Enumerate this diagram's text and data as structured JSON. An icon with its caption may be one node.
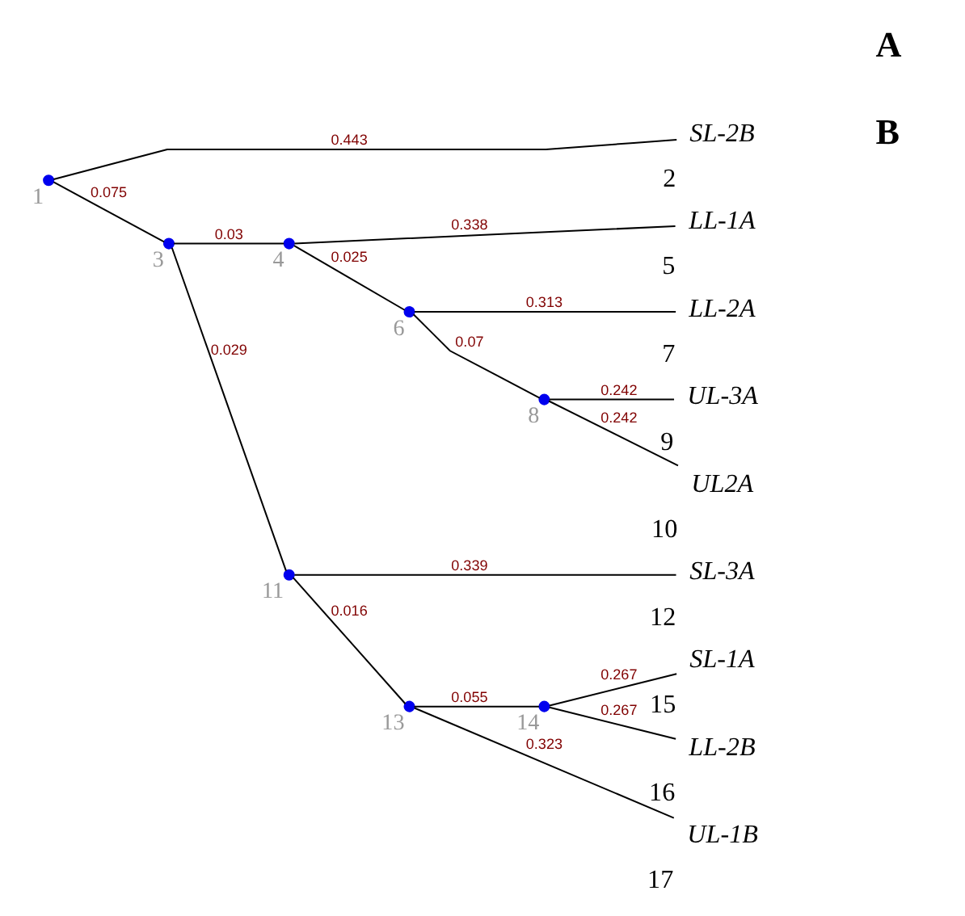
{
  "diagram": {
    "nodes": [
      {
        "text": [],
        "shape": "circle",
        "beside": [
          "1"
        ]
      },
      {
        "text": [
          "SL-2B"
        ],
        "beside": [
          "2"
        ]
      },
      {
        "text": [],
        "shape": "circle",
        "beside": [
          "3"
        ]
      },
      {
        "text": [],
        "shape": "circle",
        "beside": [
          "4"
        ]
      },
      {
        "text": [
          "LL-1A"
        ],
        "beside": [
          "5"
        ]
      },
      {
        "text": [],
        "shape": "circle",
        "beside": [
          "6"
        ]
      },
      {
        "text": [
          "LL-2A"
        ],
        "beside": [
          "7"
        ]
      },
      {
        "text": [],
        "shape": "circle",
        "beside": [
          "8"
        ]
      },
      {
        "text": [
          "UL-3A"
        ],
        "beside": [
          "9"
        ]
      },
      {
        "text": [
          "UL2A"
        ],
        "beside": [
          "10"
        ]
      },
      {
        "text": [],
        "shape": "circle",
        "beside": [
          "11"
        ]
      },
      {
        "text": [
          "SL-3A"
        ],
        "beside": [
          "12"
        ]
      },
      {
        "text": [],
        "shape": "circle",
        "beside": [
          "13"
        ]
      },
      {
        "text": [],
        "shape": "circle",
        "beside": [
          "14"
        ]
      },
      {
        "text": [
          "SL-1A"
        ],
        "beside": [
          "15"
        ]
      },
      {
        "text": [
          "LL-2B"
        ],
        "beside": [
          "16"
        ]
      },
      {
        "text": [
          "UL-1B"
        ],
        "beside": [
          "17"
        ]
      }
    ],
    "edges": [
      {
        "from": 0,
        "to": 1,
        "arrow": "none",
        "label": "0.443"
      },
      {
        "from": 0,
        "to": 2,
        "arrow": "none",
        "label": "0.075"
      },
      {
        "from": 2,
        "to": 3,
        "arrow": "none",
        "label": "0.03"
      },
      {
        "from": 3,
        "to": 4,
        "arrow": "none",
        "label": "0.338"
      },
      {
        "from": 3,
        "to": 5,
        "arrow": "none",
        "label": "0.025"
      },
      {
        "from": 5,
        "to": 6,
        "arrow": "none",
        "label": "0.313"
      },
      {
        "from": 5,
        "to": 7,
        "arrow": "none",
        "label": "0.07"
      },
      {
        "from": 7,
        "to": 8,
        "arrow": "none",
        "label": "0.242"
      },
      {
        "from": 7,
        "to": 9,
        "arrow": "none",
        "label": "0.242"
      },
      {
        "from": 2,
        "to": 10,
        "arrow": "none",
        "label": "0.029"
      },
      {
        "from": 10,
        "to": 11,
        "arrow": "none",
        "label": "0.339"
      },
      {
        "from": 10,
        "to": 12,
        "arrow": "none",
        "label": "0.016"
      },
      {
        "from": 12,
        "to": 13,
        "arrow": "none",
        "label": "0.055"
      },
      {
        "from": 13,
        "to": 14,
        "arrow": "none",
        "label": "0.267"
      },
      {
        "from": 13,
        "to": 15,
        "arrow": "none",
        "label": "0.267"
      },
      {
        "from": 12,
        "to": 16,
        "arrow": "none",
        "label": "0.323"
      }
    ],
    "labels": [
      "B",
      "A"
    ]
  }
}
